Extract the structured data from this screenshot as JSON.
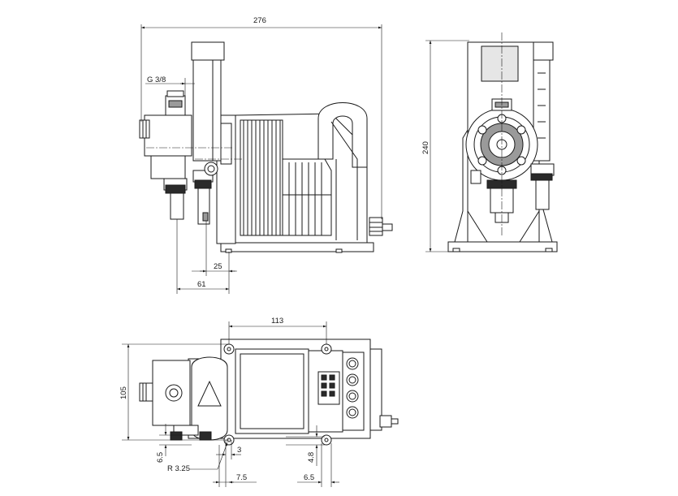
{
  "dimensions": {
    "overall_width": "276",
    "thread_size": "G 3/8",
    "height": "240",
    "offset_25": "25",
    "offset_61": "61",
    "top_width": "113",
    "top_depth": "105",
    "dim_6_5_left": "6.5",
    "radius": "R 3.25",
    "dim_3": "3",
    "dim_7_5": "7.5",
    "dim_4_8": "4.8",
    "dim_6_5_bottom": "6.5"
  }
}
